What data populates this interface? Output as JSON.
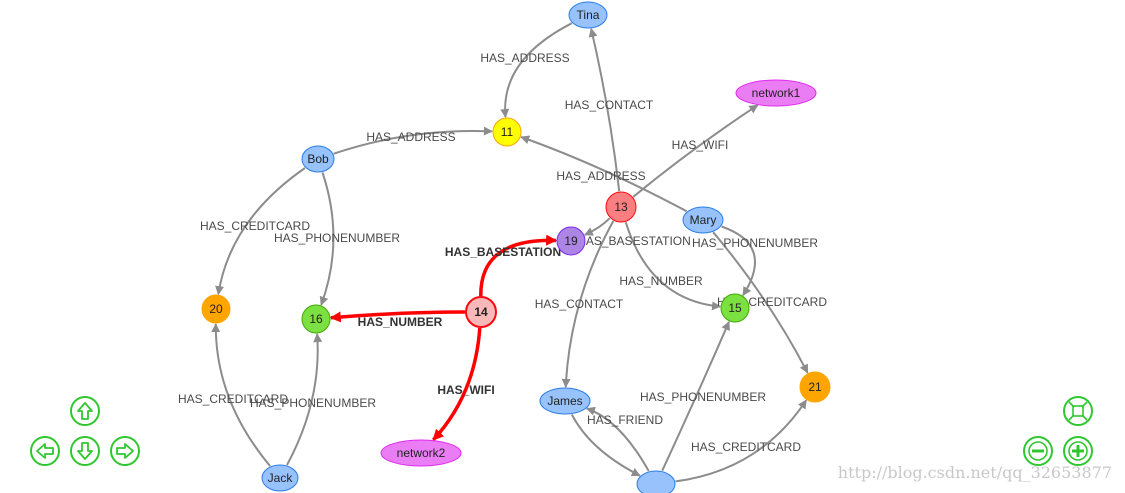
{
  "graph": {
    "nodes": [
      {
        "id": "tina",
        "label": "Tina",
        "kind": "person",
        "color": "#97c2fc",
        "border": "#2b7ce9"
      },
      {
        "id": "n11",
        "label": "11",
        "kind": "address",
        "color": "#ffff00",
        "border": "#ffa500"
      },
      {
        "id": "network1",
        "label": "network1",
        "kind": "wifi",
        "color": "#eb7df4",
        "border": "#e129f0"
      },
      {
        "id": "bob",
        "label": "Bob",
        "kind": "person",
        "color": "#97c2fc",
        "border": "#2b7ce9"
      },
      {
        "id": "n13",
        "label": "13",
        "kind": "phone",
        "color": "#fb7e81",
        "border": "#fa0a10"
      },
      {
        "id": "mary",
        "label": "Mary",
        "kind": "person",
        "color": "#97c2fc",
        "border": "#2b7ce9"
      },
      {
        "id": "n19",
        "label": "19",
        "kind": "basestation",
        "color": "#ad85e4",
        "border": "#7c29f0"
      },
      {
        "id": "n20",
        "label": "20",
        "kind": "creditcard",
        "color": "#ffa500",
        "border": "#ffa500"
      },
      {
        "id": "n16",
        "label": "16",
        "kind": "number",
        "color": "#7be141",
        "border": "#41a906"
      },
      {
        "id": "n14",
        "label": "14",
        "kind": "phone",
        "color": "#fbb8b8",
        "border": "#fa0a10",
        "selected": true
      },
      {
        "id": "n15",
        "label": "15",
        "kind": "number",
        "color": "#7be141",
        "border": "#41a906"
      },
      {
        "id": "n21",
        "label": "21",
        "kind": "creditcard",
        "color": "#ffa500",
        "border": "#ffa500"
      },
      {
        "id": "james",
        "label": "James",
        "kind": "person",
        "color": "#97c2fc",
        "border": "#2b7ce9"
      },
      {
        "id": "network2",
        "label": "network2",
        "kind": "wifi",
        "color": "#eb7df4",
        "border": "#e129f0"
      },
      {
        "id": "jack",
        "label": "Jack",
        "kind": "person",
        "color": "#97c2fc",
        "border": "#2b7ce9"
      },
      {
        "id": "bottom_person",
        "label": "",
        "kind": "person",
        "color": "#97c2fc",
        "border": "#2b7ce9"
      }
    ],
    "edges": [
      {
        "from": "tina",
        "to": "n11",
        "label": "HAS_ADDRESS",
        "highlight": false
      },
      {
        "from": "n13",
        "to": "tina",
        "label": "HAS_CONTACT",
        "highlight": false
      },
      {
        "from": "n13",
        "to": "network1",
        "label": "HAS_WIFI",
        "highlight": false
      },
      {
        "from": "bob",
        "to": "n11",
        "label": "HAS_ADDRESS",
        "highlight": false
      },
      {
        "from": "mary",
        "to": "n11",
        "label": "HAS_ADDRESS",
        "highlight": false
      },
      {
        "from": "bob",
        "to": "n20",
        "label": "HAS_CREDITCARD",
        "highlight": false
      },
      {
        "from": "bob",
        "to": "n16",
        "label": "HAS_PHONENUMBER",
        "highlight": false
      },
      {
        "from": "n13",
        "to": "n19",
        "label": "HAS_BASESTATION",
        "highlight": false
      },
      {
        "from": "mary",
        "to": "n15",
        "label": "HAS_PHONENUMBER",
        "highlight": false
      },
      {
        "from": "n13",
        "to": "n15",
        "label": "HAS_NUMBER",
        "highlight": false
      },
      {
        "from": "mary",
        "to": "n21",
        "label": "HAS_CREDITCARD",
        "highlight": false
      },
      {
        "from": "n13",
        "to": "james",
        "label": "HAS_CONTACT",
        "highlight": false
      },
      {
        "from": "n14",
        "to": "n19",
        "label": "HAS_BASESTATION",
        "highlight": true
      },
      {
        "from": "n14",
        "to": "n16",
        "label": "HAS_NUMBER",
        "highlight": true
      },
      {
        "from": "n14",
        "to": "network2",
        "label": "HAS_WIFI",
        "highlight": true
      },
      {
        "from": "jack",
        "to": "n20",
        "label": "HAS_CREDITCARD",
        "highlight": false
      },
      {
        "from": "jack",
        "to": "n16",
        "label": "HAS_PHONENUMBER",
        "highlight": false
      },
      {
        "from": "bottom_person",
        "to": "n15",
        "label": "HAS_PHONENUMBER",
        "highlight": false
      },
      {
        "from": "bottom_person",
        "to": "n21",
        "label": "HAS_CREDITCARD",
        "highlight": false
      },
      {
        "from": "bottom_person",
        "to": "james",
        "label": "HAS_FRIEND",
        "highlight": false
      },
      {
        "from": "james",
        "to": "bottom_person",
        "label": "",
        "highlight": false
      }
    ]
  },
  "navigation": {
    "up": "move-up-icon",
    "down": "move-down-icon",
    "left": "move-left-icon",
    "right": "move-right-icon",
    "zoom_in": "zoom-in-icon",
    "zoom_out": "zoom-out-icon",
    "fit": "zoom-extends-icon",
    "button_color": "#2fc72f"
  },
  "watermark": "http://blog.csdn.net/qq_32653877"
}
